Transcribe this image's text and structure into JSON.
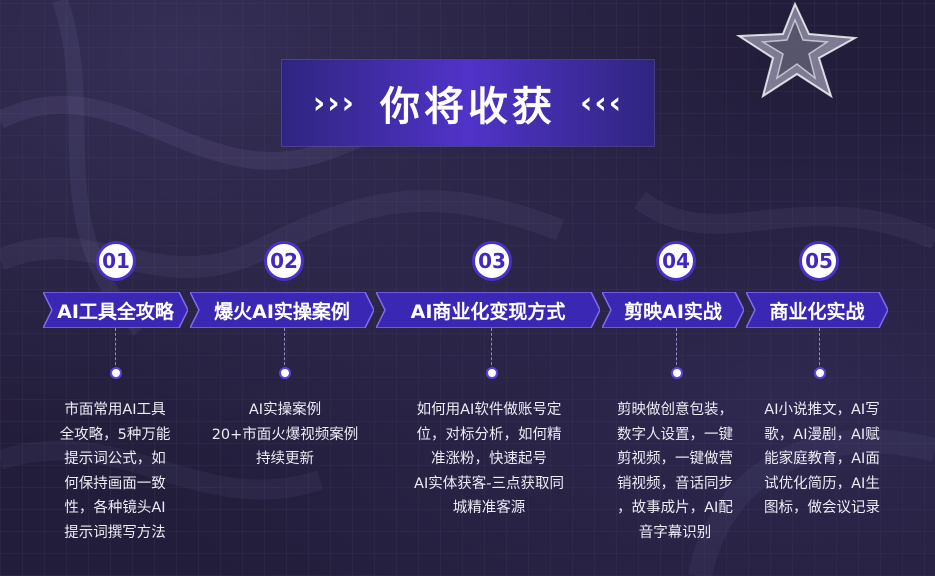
{
  "header": {
    "title": "你将收获",
    "left_arrows": "›››",
    "right_arrows": "‹‹‹"
  },
  "steps": [
    {
      "number": "01",
      "title": "AI工具全攻略",
      "lines": [
        "市面常用AI工具",
        "全攻略，5种万能",
        "提示词公式，如",
        "何保持画面一致",
        "性，各种镜头AI",
        "提示词撰写方法"
      ]
    },
    {
      "number": "02",
      "title": "爆火AI实操案例",
      "lines": [
        "AI实操案例",
        "20+市面火爆视频案例",
        "持续更新"
      ]
    },
    {
      "number": "03",
      "title": "AI商业化变现方式",
      "lines": [
        "如何用AI软件做账号定",
        "位，对标分析，如何精",
        "准涨粉，快速起号",
        "AI实体获客-三点获取同",
        "城精准客源"
      ]
    },
    {
      "number": "04",
      "title": "剪映AI实战",
      "lines": [
        "剪映做创意包装，",
        "数字人设置，一键",
        "剪视频，一键做营",
        "销视频，音话同步",
        "，故事成片，AI配",
        "音字幕识别"
      ]
    },
    {
      "number": "05",
      "title": "商业化实战",
      "lines": [
        "AI小说推文，AI写",
        "歌，AI漫剧，AI赋",
        "能家庭教育，AI面",
        "试优化简历，AI生",
        "图标，做会议记录"
      ]
    }
  ],
  "colors": {
    "accent": "#4b30c8",
    "background": "#221d3a",
    "banner": "#3a27b4"
  },
  "icons": {
    "decoration": "crystal-star-icon"
  }
}
